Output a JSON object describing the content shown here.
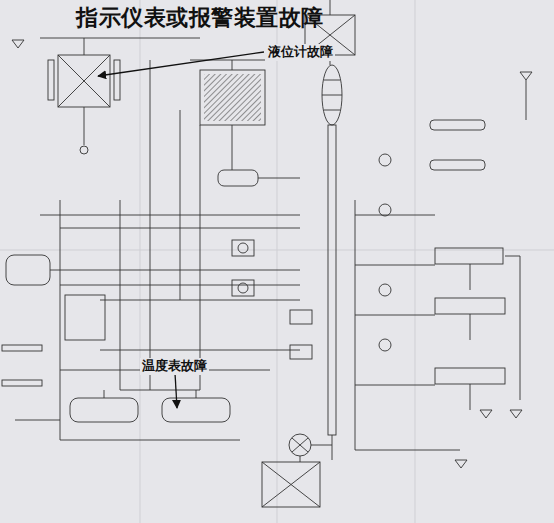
{
  "diagram": {
    "title": "指示仪表或报警装置故障",
    "labels": [
      "液位计故障",
      "温度表故障"
    ]
  }
}
